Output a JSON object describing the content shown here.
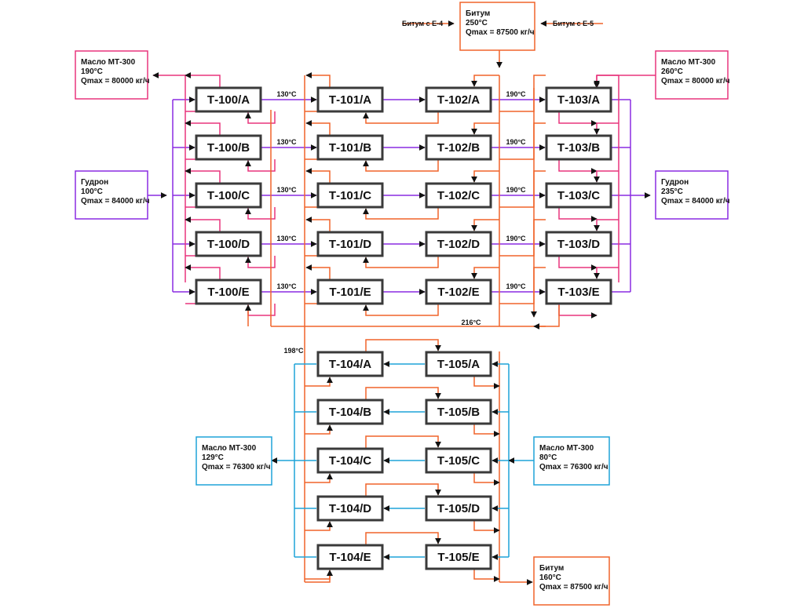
{
  "colors": {
    "bitumen": "#f0642a",
    "oil_hot": "#e8357d",
    "tar": "#8a2be2",
    "oil_cold": "#1fa3d8",
    "box": "#3a3a3a",
    "arrow": "#111111"
  },
  "exchangers": {
    "t100": [
      "Т-100/А",
      "Т-100/В",
      "Т-100/С",
      "Т-100/D",
      "Т-100/Е"
    ],
    "t101": [
      "Т-101/А",
      "Т-101/В",
      "Т-101/С",
      "Т-101/D",
      "Т-101/Е"
    ],
    "t102": [
      "Т-102/А",
      "Т-102/В",
      "Т-102/С",
      "Т-102/D",
      "Т-102/Е"
    ],
    "t103": [
      "Т-103/А",
      "Т-103/В",
      "Т-103/С",
      "Т-103/D",
      "Т-103/Е"
    ],
    "t104": [
      "Т-104/А",
      "Т-104/В",
      "Т-104/С",
      "Т-104/D",
      "Т-104/Е"
    ],
    "t105": [
      "Т-105/А",
      "Т-105/В",
      "Т-105/С",
      "Т-105/D",
      "Т-105/Е"
    ]
  },
  "sources": {
    "bitumen_in": [
      "Битум",
      "250°С",
      "Qmax = 87500 кг/ч"
    ],
    "oil_out_top": [
      "Масло МТ-300",
      "190°С",
      "Qmax = 80000 кг/ч"
    ],
    "oil_in_top": [
      "Масло МТ-300",
      "260°С",
      "Qmax = 80000 кг/ч"
    ],
    "tar_in": [
      "Гудрон",
      "100°С",
      "Qmax = 84000 кг/ч"
    ],
    "tar_out": [
      "Гудрон",
      "235°С",
      "Qmax = 84000 кг/ч"
    ],
    "oil_out_bottom": [
      "Масло МТ-300",
      "129°С",
      "Qmax = 76300 кг/ч"
    ],
    "oil_in_bottom": [
      "Масло МТ-300",
      "80°С",
      "Qmax = 76300 кг/ч"
    ],
    "bitumen_out": [
      "Битум",
      "160°С",
      "Qmax = 87500 кг/ч"
    ]
  },
  "feeds": {
    "e4": "Битум с Е-4",
    "e5": "Битум с Е-5"
  },
  "temperatures": {
    "t100_out": "130°С",
    "t102_out": "190°С",
    "return": "216°С",
    "lower_header": "198°С"
  },
  "rows": [
    "A",
    "B",
    "C",
    "D",
    "E"
  ]
}
